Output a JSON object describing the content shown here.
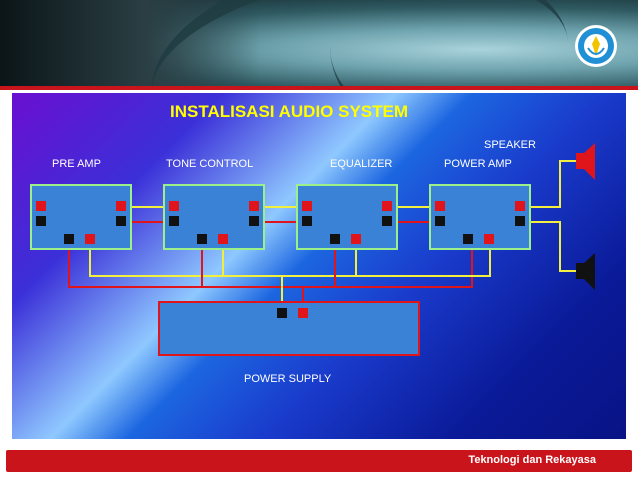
{
  "slide": {
    "title": "INSTALISASI AUDIO SYSTEM",
    "labels": {
      "pre_amp": "PRE AMP",
      "tone_control": "TONE CONTROL",
      "equalizer": "EQUALIZER",
      "power_amp": "POWER AMP",
      "speaker": "SPEAKER",
      "power_supply": "POWER SUPPLY"
    },
    "footer": "Teknologi dan Rekayasa"
  },
  "colors": {
    "title": "#ffff00",
    "module_fill": "#3a82d6",
    "module_border": "#9cf08a",
    "power_supply_border": "#e0141b",
    "wire_red": "#e0141b",
    "wire_yellow": "#f2f03c",
    "footer": "#c9141b"
  },
  "icons": {
    "logo": "tut-wuri-handayani-logo-icon",
    "speaker": "speaker-icon"
  }
}
